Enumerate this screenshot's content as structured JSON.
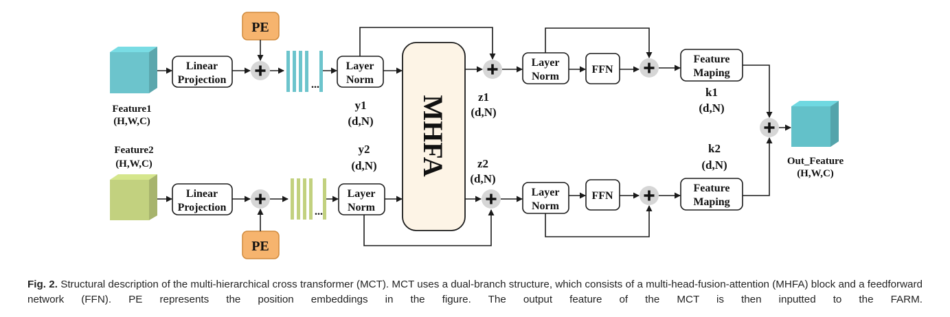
{
  "blocks": {
    "linear_projection_line1": "Linear",
    "linear_projection_line2": "Projection",
    "pe": "PE",
    "layer_norm_line1": "Layer",
    "layer_norm_line2": "Norm",
    "mhfa": "MHFA",
    "ffn": "FFN",
    "feature_maping_line1": "Feature",
    "feature_maping_line2": "Maping",
    "ellipsis": "..."
  },
  "labels": {
    "feature1_name": "Feature1",
    "feature1_shape": "(H,W,C)",
    "feature2_name": "Feature2",
    "feature2_shape": "(H,W,C)",
    "y1": "y1",
    "y2": "y2",
    "z1": "z1",
    "z2": "z2",
    "k1": "k1",
    "k2": "k2",
    "dn": "(d,N)",
    "out_name": "Out_Feature",
    "out_shape": "(H,W,C)"
  },
  "colors": {
    "feature1": "#6cc4cc",
    "feature2": "#c2d17f",
    "out_feature": "#63c1c9",
    "pe": "#f6b46e",
    "mhfa": "#fdf4e6",
    "sum_node": "#d6d6d6"
  },
  "caption": {
    "label": "Fig. 2.",
    "text": "Structural description of the multi-hierarchical cross transformer (MCT). MCT uses a dual-branch structure, which consists of a multi-head-fusion-attention (MHFA) block and a feedforward network (FFN). PE represents the position embeddings in the figure. The output feature of the MCT is then inputted to the FARM."
  }
}
